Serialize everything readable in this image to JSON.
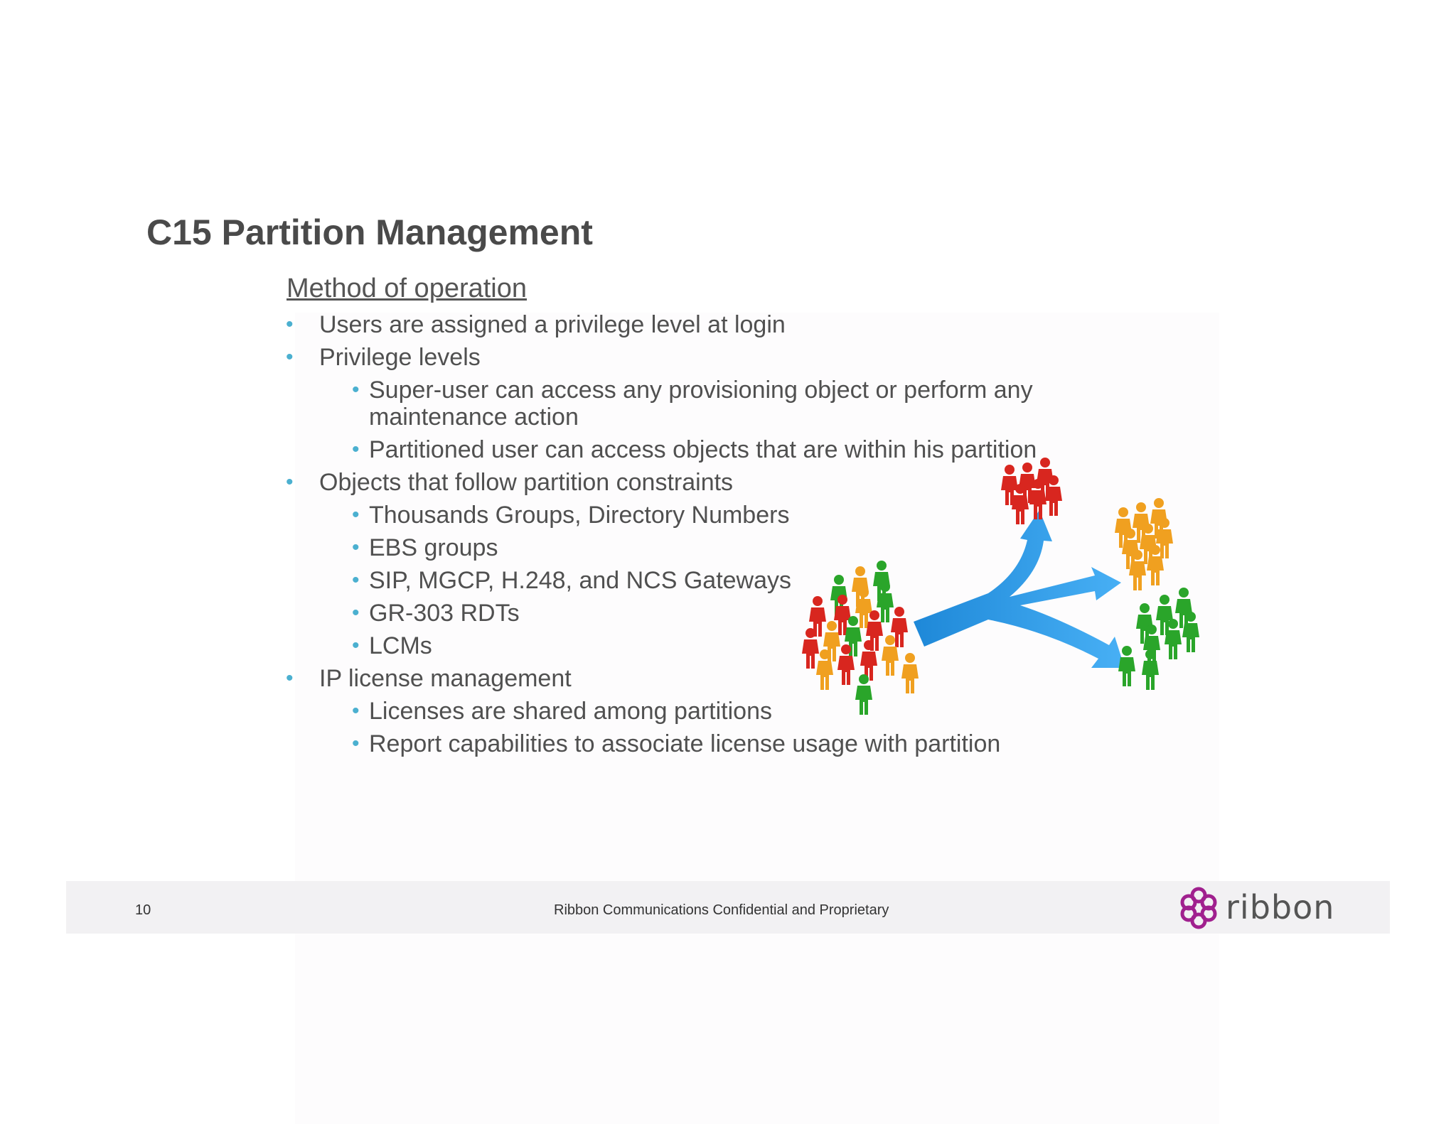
{
  "slide": {
    "title": "C15 Partition Management",
    "subheading": "Method of operation",
    "bullets": [
      "Users are assigned a privilege level at login",
      "Privilege levels",
      "Super-user can access any provisioning object or perform any",
      "maintenance action",
      "Partitioned user can access objects that are within his partition",
      "Objects that follow partition constraints",
      "Thousands Groups, Directory Numbers",
      "EBS groups",
      "SIP, MGCP, H.248, and NCS Gateways",
      "GR-303 RDTs",
      "LCMs",
      "IP license management",
      "Licenses are shared among partitions",
      "Report capabilities to associate license usage with partition"
    ],
    "bullet_glyph": "•",
    "accent_color": "#4bb0d0"
  },
  "illustration": {
    "icon": "people-split-arrow-illustration",
    "arrow_color": "#2a9be8",
    "group_colors": [
      "#d8261f",
      "#f0a020",
      "#2aa52a"
    ]
  },
  "footer": {
    "page_number": "10",
    "confidentiality": "Ribbon Communications Confidential and Proprietary",
    "logo_text": "ribbon",
    "logo_color": "#a0208e"
  }
}
